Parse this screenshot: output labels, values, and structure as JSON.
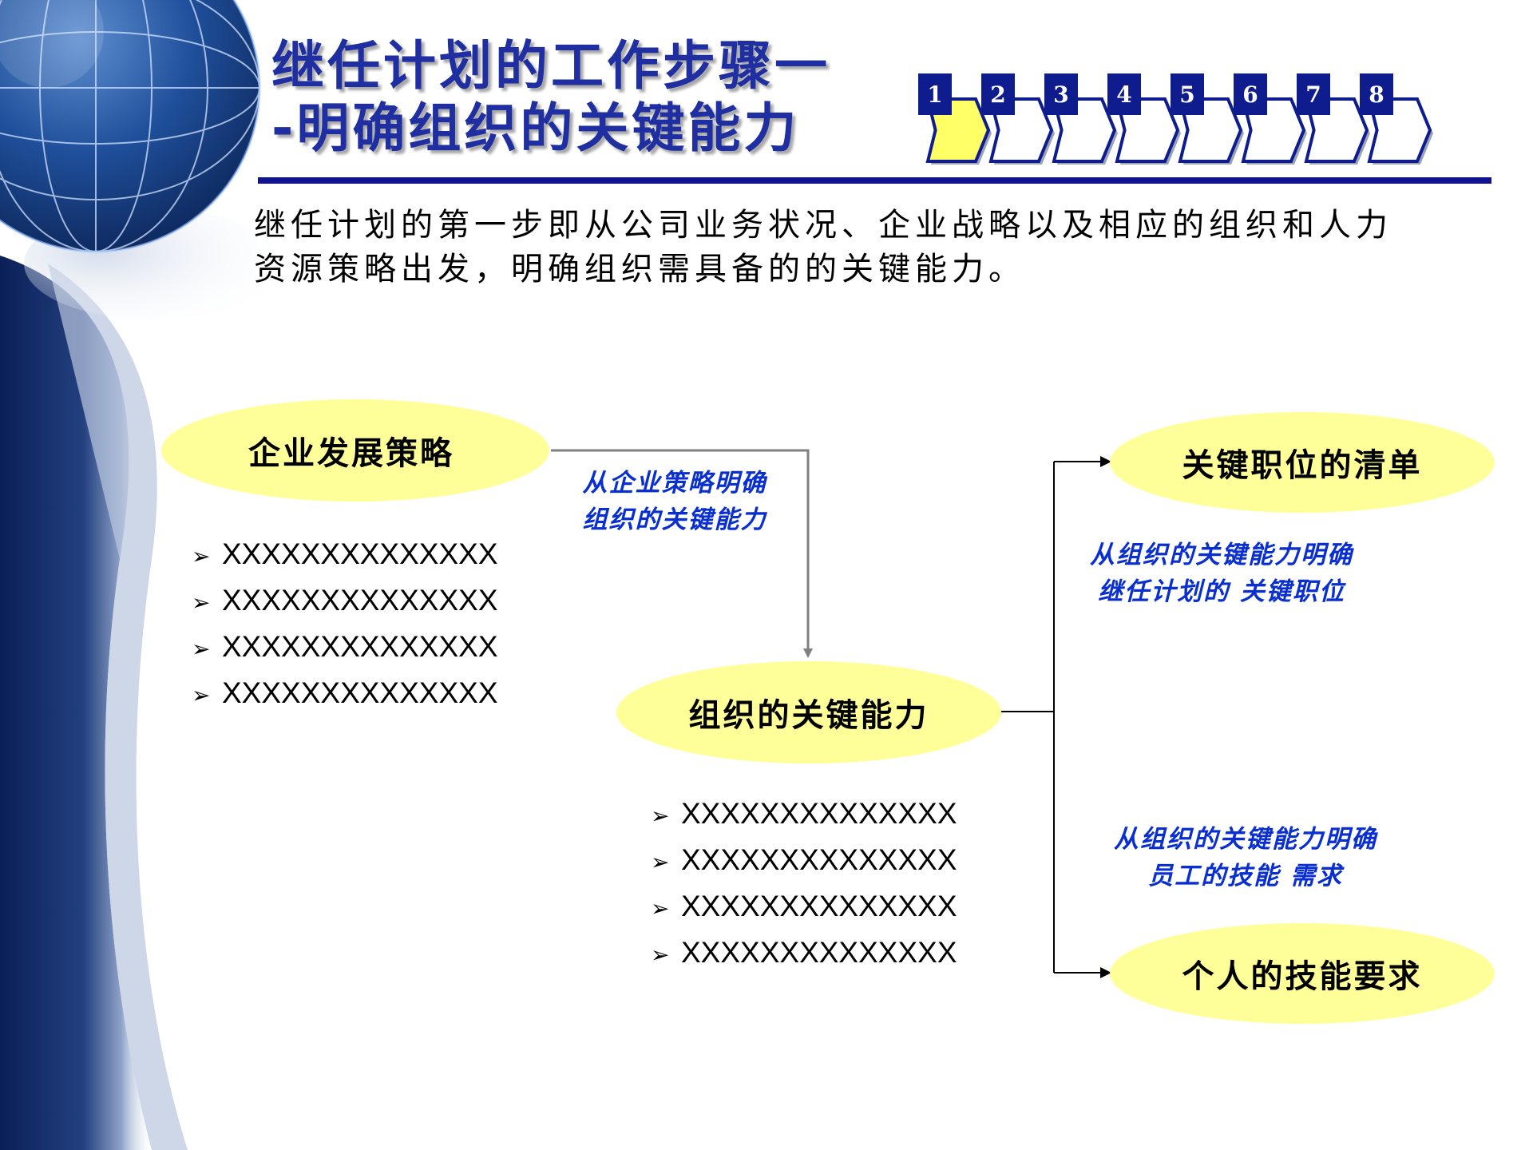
{
  "title": {
    "line1": "继任计划的工作步骤一",
    "line2": "-明确组织的关键能力"
  },
  "steps": {
    "labels": [
      "1",
      "2",
      "3",
      "4",
      "5",
      "6",
      "7",
      "8"
    ],
    "current": 1
  },
  "intro": {
    "line1": "继任计划的第一步即从公司业务状况、企业战略以及相应的组织和人力",
    "line2": "资源策略出发，明确组织需具备的的关键能力。"
  },
  "nodes": {
    "strategy": "企业发展策略",
    "core": "组织的关键能力",
    "positions": "关键职位的清单",
    "skills": "个人的技能要求"
  },
  "notes": {
    "strategy_to_core": {
      "line1": "从企业策略明确",
      "line2": "组织的关键能力"
    },
    "core_to_positions": {
      "line1": "从组织的关键能力明确",
      "line2": "继任计划的 关键职位"
    },
    "core_to_skills": {
      "line1": "从组织的关键能力明确",
      "line2": "员工的技能 需求"
    }
  },
  "lists": {
    "strategy_items": [
      "XXXXXXXXXXXXXX",
      "XXXXXXXXXXXXXX",
      "XXXXXXXXXXXXXX",
      "XXXXXXXXXXXXXX"
    ],
    "core_items": [
      "XXXXXXXXXXXXXX",
      "XXXXXXXXXXXXXX",
      "XXXXXXXXXXXXXX",
      "XXXXXXXXXXXXXX"
    ],
    "bullet_glyph": "➢"
  },
  "colors": {
    "title": "#1f2ea0",
    "rule": "#10148c",
    "ellipse_fill": "#ffff99",
    "note_text": "#0a2fd0",
    "step_box": "#0f1c8e",
    "step_current": "#ffff66"
  }
}
